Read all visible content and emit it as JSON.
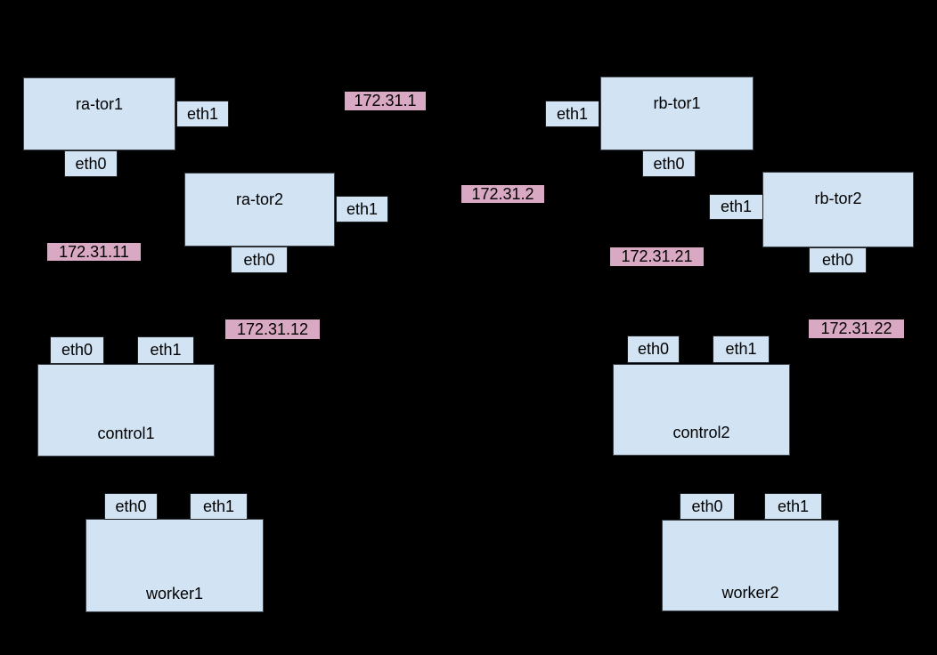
{
  "colors": {
    "background": "#000000",
    "node_fill": "#d2e3f3",
    "node_border": "#3d444b",
    "iface_border": "#1c2023",
    "ip_fill": "#d9a8c3",
    "text": "#000000"
  },
  "nodes": {
    "ra_tor1": "ra-tor1",
    "ra_tor2": "ra-tor2",
    "rb_tor1": "rb-tor1",
    "rb_tor2": "rb-tor2",
    "control1": "control1",
    "control2": "control2",
    "worker1": "worker1",
    "worker2": "worker2"
  },
  "interfaces": {
    "eth0": "eth0",
    "eth1": "eth1"
  },
  "subnets": {
    "net1": "172.31.1",
    "net2": "172.31.2",
    "net11": "172.31.11",
    "net12": "172.31.12",
    "net21": "172.31.21",
    "net22": "172.31.22"
  }
}
